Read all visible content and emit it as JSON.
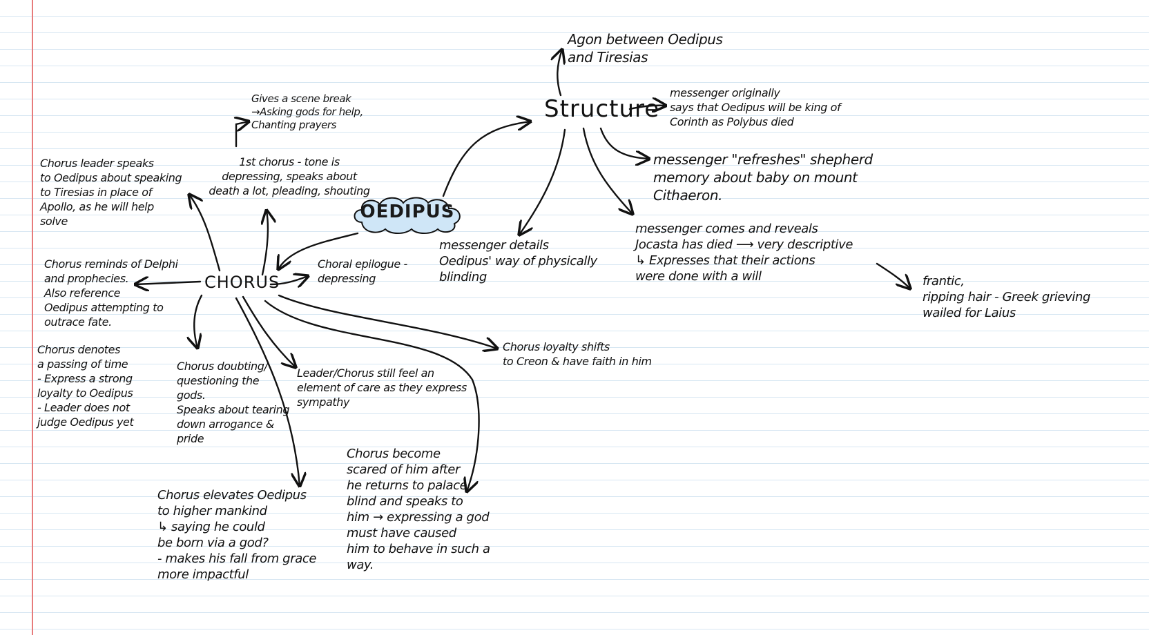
{
  "center": {
    "label": "OEDIPUS",
    "fill": "#cfe6f7"
  },
  "hubs": {
    "chorus": "CHORUS",
    "structure": "Structure"
  },
  "notes": {
    "agon": "Agon between Oedipus\n  and Tiresias",
    "messenger_originally": "messenger originally\nsays that Oedipus will be king of\nCorinth as Polybus died",
    "messenger_refreshes": "messenger \"refreshes\" shepherd\nmemory about baby on mount\nCithaeron.",
    "messenger_details": "messenger details\nOedipus' way of physically\nblinding",
    "messenger_jocasta": "messenger comes and reveals\nJocasta  has died ⟶ very descriptive\n↳ Expresses that their actions\nwere done with a will",
    "frantic": "frantic,\nripping hair - Greek grieving\nwailed for Laius",
    "scene_break": "Gives a scene break\n→Asking gods for help,\nChanting prayers",
    "first_chorus": "1st chorus - tone is\ndepressing, speaks about\ndeath a lot, pleading, shouting",
    "leader_speaks": "Chorus leader speaks\nto Oedipus about speaking\nto Tiresias in place of\nApollo, as he will help\nsolve",
    "reminds_delphi": "Chorus reminds of Delphi\nand prophecies.\nAlso reference\nOedipus attempting to\noutrace fate.",
    "passing_time": "Chorus denotes\na passing of time\n- Express a strong\nloyalty to Oedipus\n- Leader does not\njudge Oedipus yet",
    "choral_epilogue": "Choral epilogue -\ndepressing",
    "doubting": "Chorus doubting/\nquestioning the\ngods.\nSpeaks about tearing\ndown arrogance &\npride",
    "element_care": "Leader/Chorus still feel an\nelement of care as they express\nsympathy",
    "loyalty_shifts": "Chorus loyalty shifts\nto Creon & have faith in him",
    "elevates": "Chorus elevates Oedipus\nto higher mankind\n↳ saying he could\nbe born via a god?\n- makes his fall from grace\nmore impactful",
    "scared": "Chorus become\nscared of him after\nhe returns to palace\nblind and speaks to\nhim → expressing a god\nmust have caused\nhim to behave in such a\nway."
  },
  "colors": {
    "ink": "#111111",
    "margin": "#e77b7b",
    "ruled_line": "#d6e6f2"
  }
}
